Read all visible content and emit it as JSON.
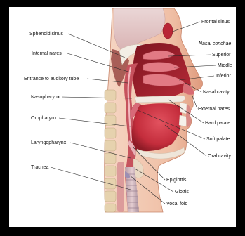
{
  "labels": {
    "left": [
      "Sphenoid sinus",
      "Internal nares",
      "Entrance to auditory tube",
      "Nasopharynx",
      "Oropharynx",
      "Laryngopharynx",
      "Trachea"
    ],
    "right": [
      "Frontal sinus",
      "Superior",
      "Middle",
      "Inferior",
      "Nasal cavity",
      "External nares",
      "Hard palate",
      "Soft palate",
      "Oral cavity",
      "Epiglottis",
      "Glottis",
      "Vocal fold"
    ],
    "group_heading": "Nasal conchae"
  },
  "colors": {
    "frame": "#000000",
    "background": "#ffffff",
    "skin": "#e6a487",
    "flesh": "#f4d0bd",
    "nasal_cavity": "#a8232f",
    "conchae": "#e27a84",
    "tongue": "#c9303f",
    "bone": "#f2ece2",
    "vertebrae": "#e6d2ae",
    "label_text": "#141414"
  }
}
